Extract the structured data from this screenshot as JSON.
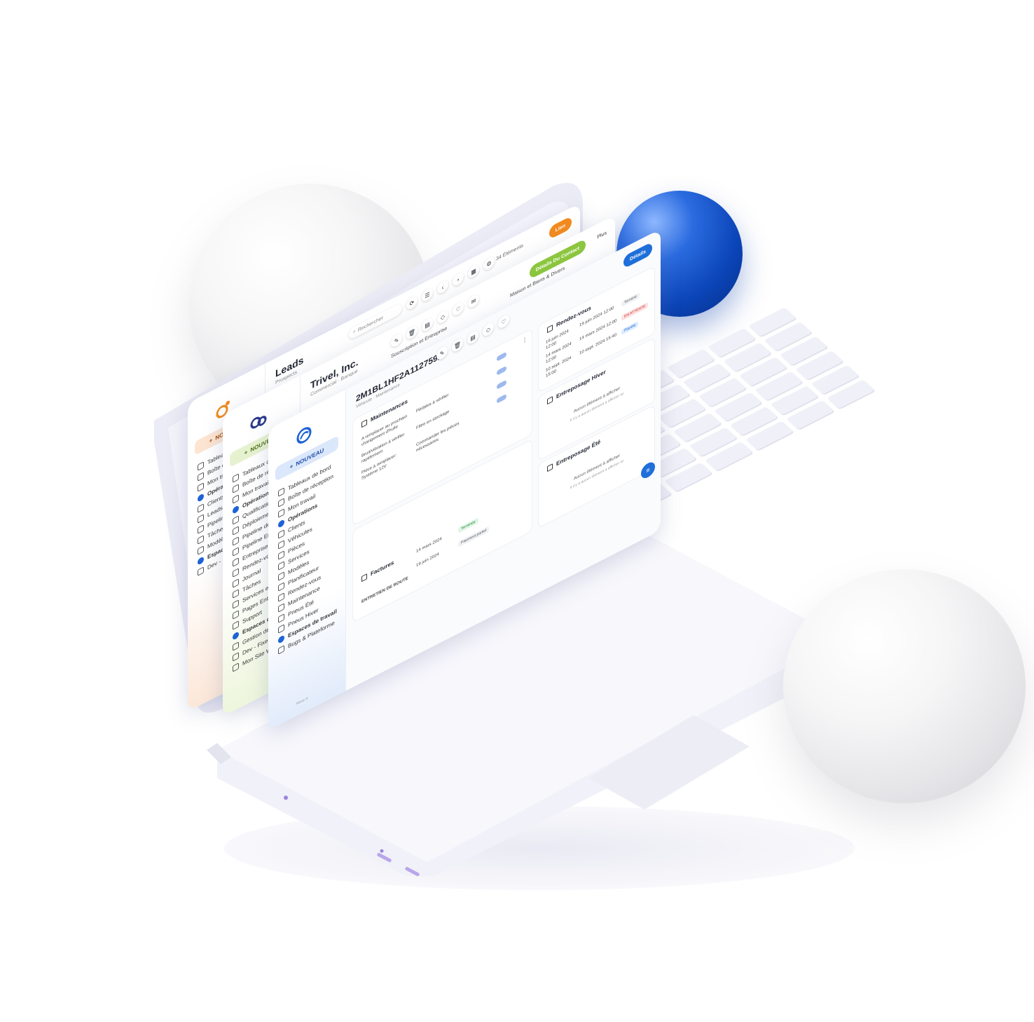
{
  "scene": {
    "colors": {
      "accent_blue": "#1e63d6",
      "accent_orange": "#f28a1e",
      "accent_green": "#8cc63f",
      "laptop": "#f0f0f8"
    }
  },
  "window_leads": {
    "title": "Leads",
    "subtitle": "Prospects",
    "new_button": "NOUVEAU",
    "count_label": "34 Éléments",
    "header_button": "Lien",
    "search_placeholder": "Rechercher",
    "nav": [
      "Tableaux de bord",
      "Boîte de réception",
      "Mon travail",
      "Opérations",
      "Clients",
      "Leads",
      "Pipeline",
      "Tâches",
      "Modèles",
      "Espace de travail",
      "Dev - Fixes"
    ]
  },
  "window_trivel": {
    "title": "Trivel, Inc.",
    "subtitle": "Commercial · Banque",
    "new_button": "NOUVEAU",
    "header_button": "Détails Du Contact",
    "plus_label": "Plus",
    "tab_label": "Souscription et Entreprise",
    "right_tab": "Maison et Biens & Divers",
    "nav": [
      "Tableaux de bord",
      "Boîte de réception",
      "Mon travail",
      "Opérations",
      "Qualification",
      "Déploiement",
      "Pipeline des ventes",
      "Pipeline Entreprises",
      "Entreprises",
      "Rendez-vous",
      "Journal",
      "Tâches",
      "Services et Ressources",
      "Pages Entreprise",
      "Support",
      "Espaces de travail",
      "Gestion de contenu",
      "Dev - Fixes",
      "Mon Site Web"
    ]
  },
  "window_vehicle": {
    "title": "2M1BL1HF2A1127592",
    "subtitle": "Véhicule · Maintenance",
    "new_button": "NOUVEAU",
    "header_button": "Détails",
    "nav": [
      "Tableaux de bord",
      "Boîte de réception",
      "Mon travail",
      "Opérations",
      "Clients",
      "Véhicules",
      "Pièces",
      "Services",
      "Modèles",
      "Planificateur",
      "Rendez-vous",
      "Maintenance",
      "Pneus Été",
      "Pneus Hiver",
      "Espaces de travail",
      "Bugs & Plateforme"
    ],
    "footer": "Nexa ©",
    "maintenances": {
      "title": "Maintenances",
      "rows": [
        {
          "label": "A remplacer au prochain changement d'huile",
          "value": "Pédales à vérifier"
        },
        {
          "label": "Bruit/vibration à vérifier rapidement",
          "value": "Filtre en stockage"
        },
        {
          "label": "Pièce à remplacer: Système 12V",
          "value": "Commander les pièces nécessaires"
        }
      ]
    },
    "rendezvous": {
      "title": "Rendez-vous",
      "rows": [
        {
          "date": "19 juin 2024 12:00",
          "date2": "19 juin 2024 12:00",
          "status": "Terminé"
        },
        {
          "date": "14 mars 2024 12:00",
          "date2": "14 mars 2024 12:00",
          "status": "EN ATTENTE"
        },
        {
          "date": "10 sept. 2024 15:00",
          "date2": "10 sept. 2024 15:40",
          "status": "Planifié"
        }
      ]
    },
    "entreposage_hiver": {
      "title": "Entreposage Hiver",
      "empty": "Aucun élément à afficher",
      "empty_sub": "Il n'y a aucun élément à afficher ici"
    },
    "entreposage_ete": {
      "title": "Entreposage Été",
      "empty": "Aucun élément à afficher",
      "empty_sub": "Il n'y a aucun élément à afficher ici"
    },
    "factures": {
      "title": "Factures",
      "rows": [
        {
          "date": "14 mars 2024",
          "status": "Terminée"
        },
        {
          "date": "19 juin 2024",
          "status": "Paiement partiel"
        }
      ],
      "footer_label": "ENTRETIEN DE ROUTE"
    }
  }
}
